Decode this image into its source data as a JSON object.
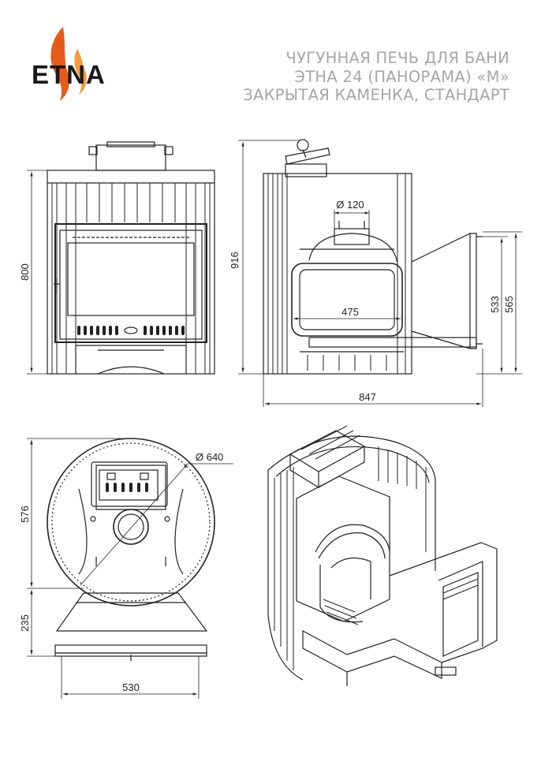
{
  "brand": {
    "name": "ETNA",
    "accent": "#e85a1a",
    "accent_light": "#f39a3c",
    "text_color": "#1a1a1a"
  },
  "title": {
    "line1": "ЧУГУННАЯ ПЕЧЬ ДЛЯ БАНИ",
    "line2": "ЭТНА 24 (ПАНОРАМА) «М»",
    "line3": "ЗАКРЫТАЯ КАМЕНКА, СТАНДАРТ",
    "color": "#a6a6a6"
  },
  "dimensions": {
    "front_height": "800",
    "side_height": "916",
    "chimney_diameter": "Ø 120",
    "firebox_width": "475",
    "door_height_a": "533",
    "door_height_b": "565",
    "total_depth": "847",
    "body_diameter": "Ø 640",
    "top_depth": "576",
    "tunnel_depth": "235",
    "base_width": "530"
  },
  "icons": {
    "logo": "flame-icon"
  }
}
